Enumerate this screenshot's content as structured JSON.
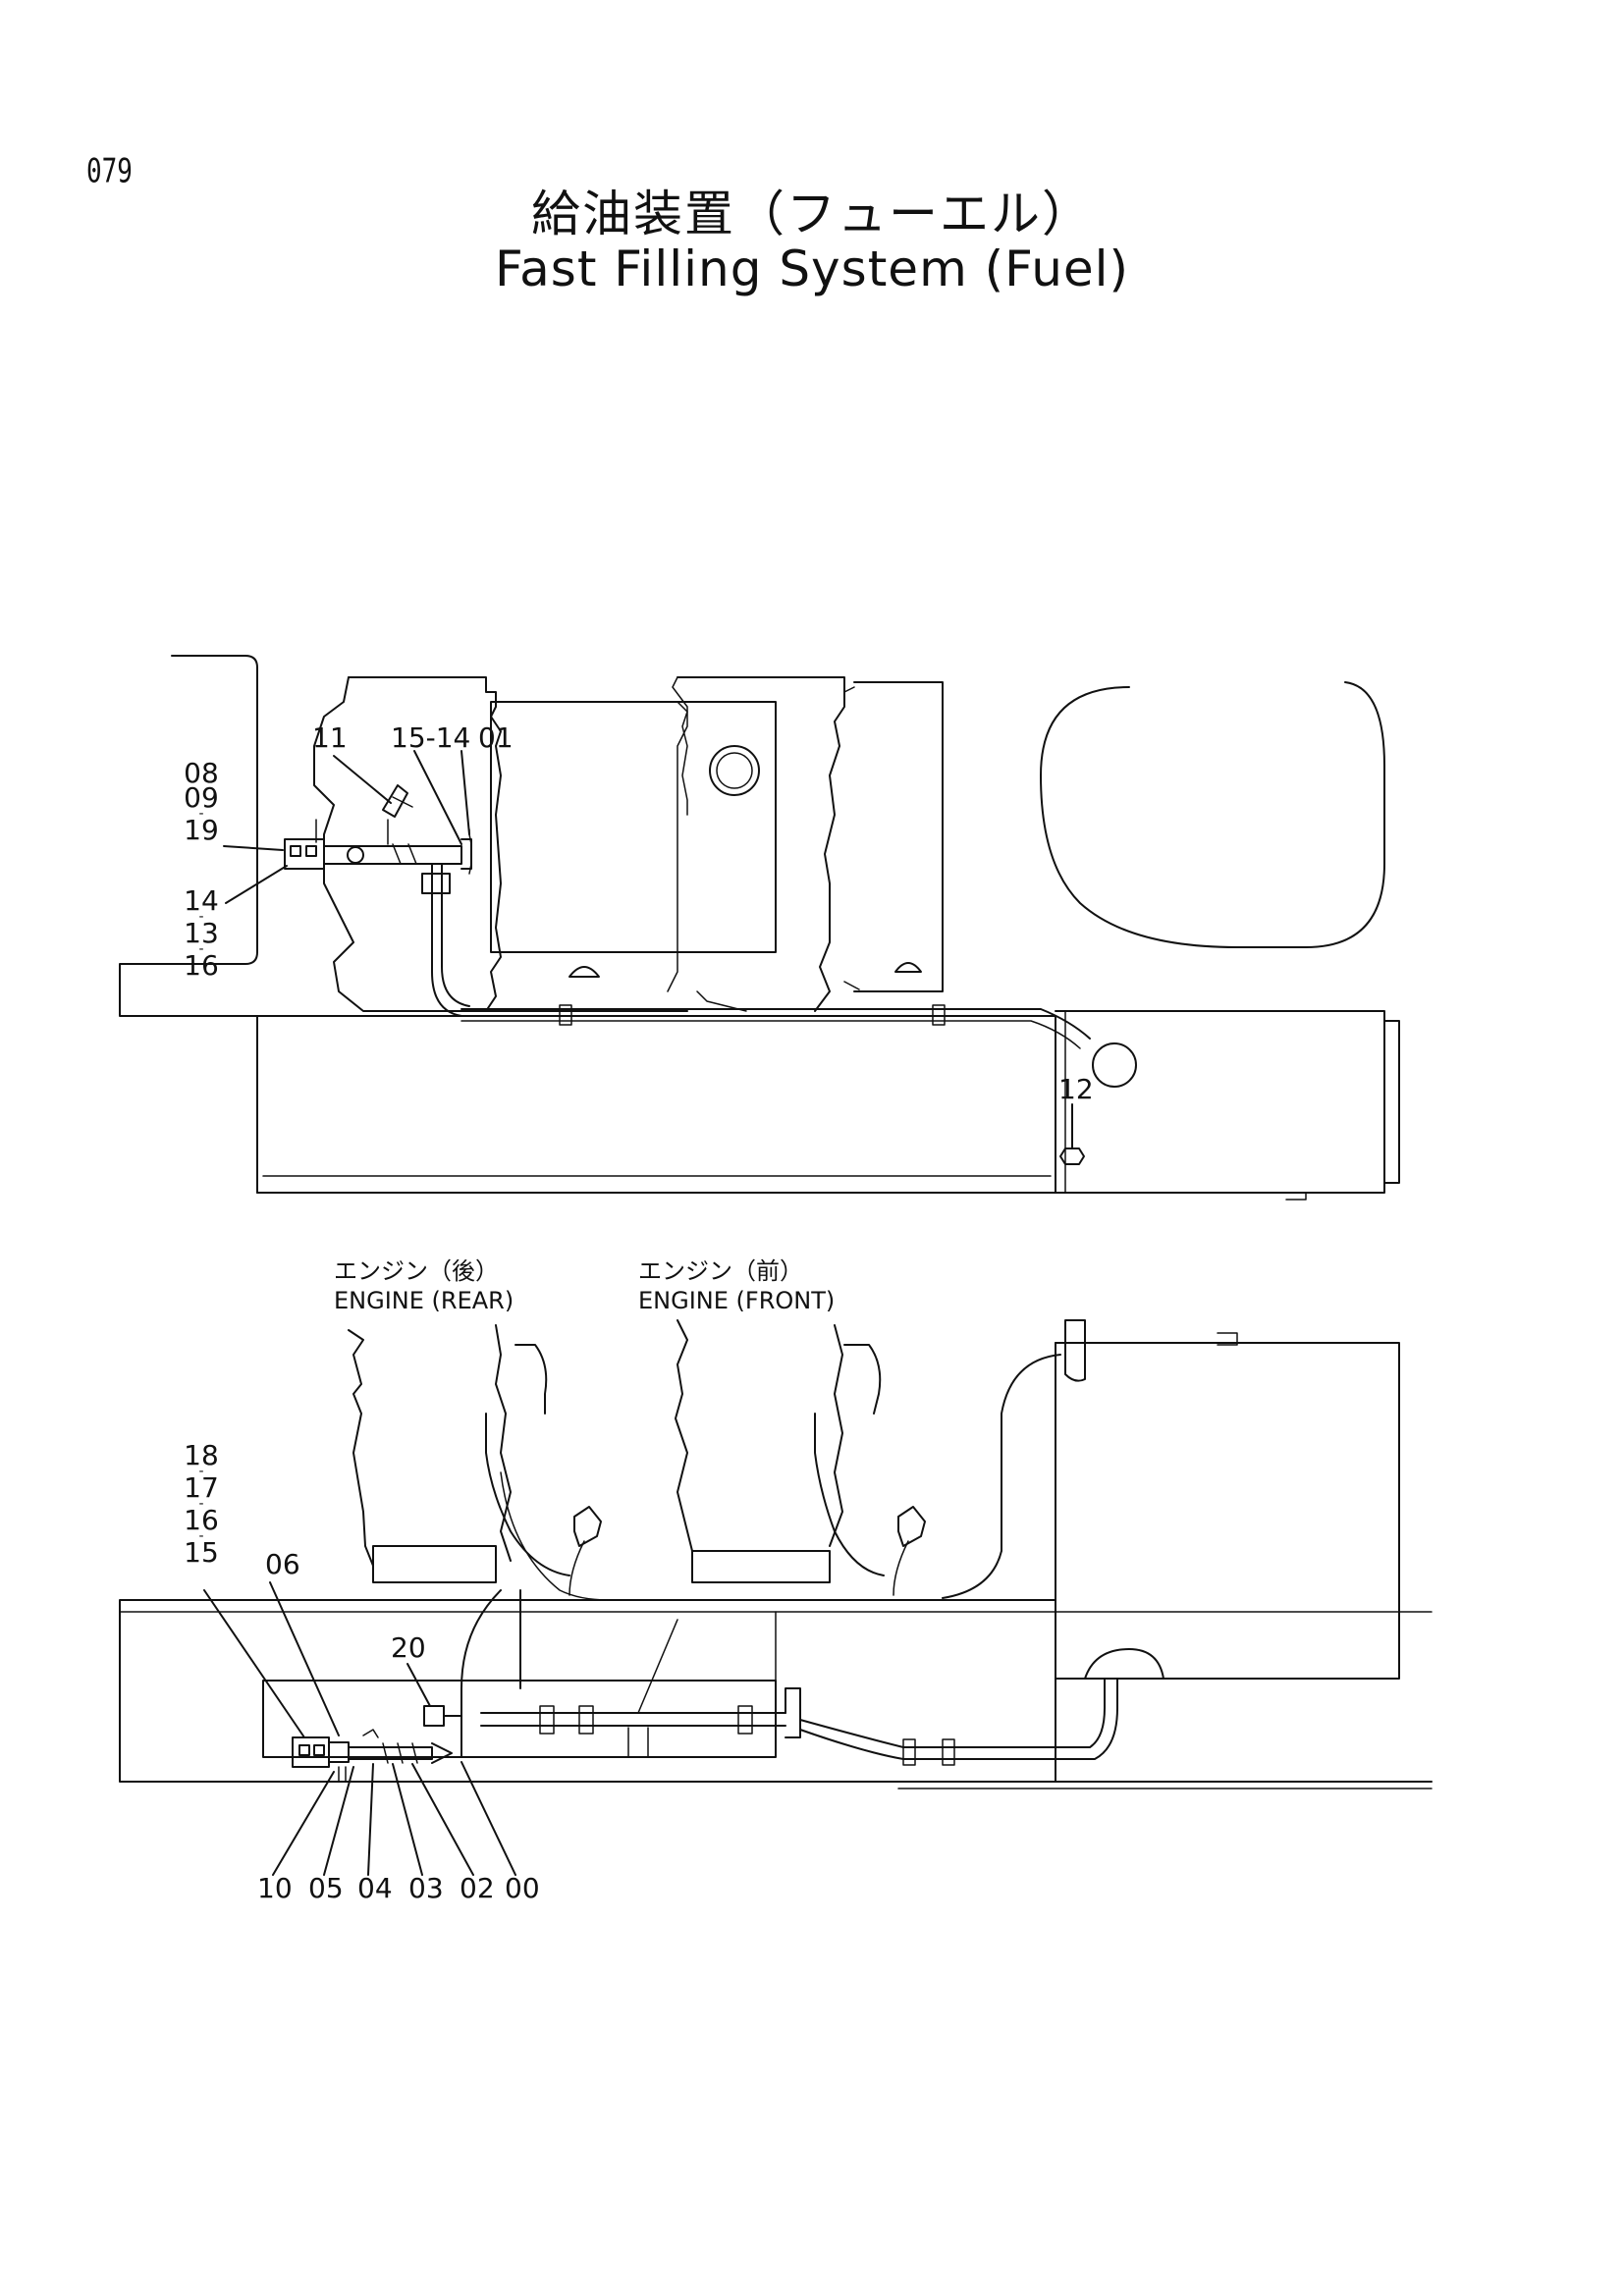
{
  "page_number": "079",
  "title": {
    "japanese": "給油装置（フューエル）",
    "english": "Fast Filling System (Fuel)"
  },
  "top_view": {
    "callouts": {
      "c11": "11",
      "c15_14": "15-14",
      "c01": "01",
      "c12": "12",
      "left_stack_a": [
        "08",
        "09",
        "19"
      ],
      "left_stack_b": [
        "14",
        "13",
        "16"
      ]
    }
  },
  "side_view": {
    "engine_rear": {
      "japanese": "エンジン（後）",
      "english": "ENGINE (REAR)"
    },
    "engine_front": {
      "japanese": "エンジン（前）",
      "english": "ENGINE (FRONT)"
    },
    "callouts": {
      "left_stack": [
        "18",
        "17",
        "16",
        "15"
      ],
      "c06": "06",
      "c20": "20",
      "bottom_row": [
        "10",
        "05",
        "04",
        "03",
        "02",
        "00"
      ]
    }
  }
}
